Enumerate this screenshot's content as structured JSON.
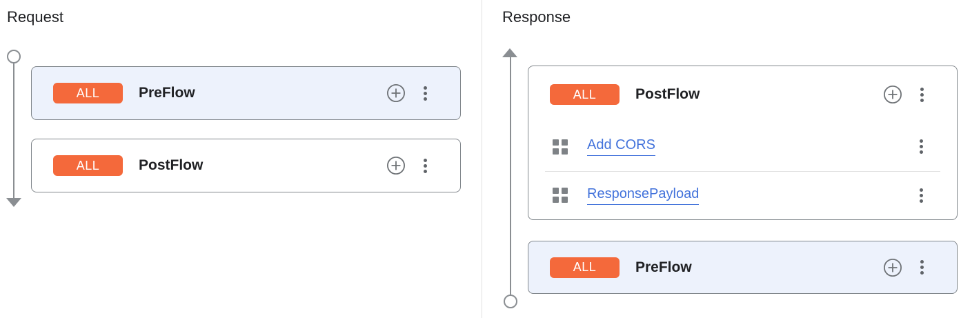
{
  "request_panel": {
    "title": "Request",
    "flows": [
      {
        "badge": "ALL",
        "name": "PreFlow",
        "highlighted": true
      },
      {
        "badge": "ALL",
        "name": "PostFlow",
        "highlighted": false
      }
    ]
  },
  "response_panel": {
    "title": "Response",
    "flows": [
      {
        "badge": "ALL",
        "name": "PostFlow",
        "highlighted": false,
        "policies": [
          {
            "name": "Add CORS"
          },
          {
            "name": "ResponsePayload"
          }
        ]
      },
      {
        "badge": "ALL",
        "name": "PreFlow",
        "highlighted": true
      }
    ]
  },
  "icons": {
    "add_policy": "plus-circle-icon",
    "flow_menu": "kebab-menu-icon",
    "policy_handle": "grid-squares-icon",
    "request_direction": "arrow-down-icon",
    "response_direction": "arrow-up-icon",
    "timeline_endpoint": "circle-node-icon"
  },
  "colors": {
    "badge_bg": "#F4693B",
    "badge_text": "#FFFFFF",
    "highlight_bg": "#EDF2FC",
    "card_bg": "#FFFFFF",
    "card_border": "#80868B",
    "link": "#4272DB",
    "timeline": "#8A8E92",
    "divider": "#E0E0E0",
    "text": "#202124",
    "plus_icon": "#6E7276",
    "kebab_icon": "#5F6368",
    "grid_icon": "#7E8286"
  }
}
